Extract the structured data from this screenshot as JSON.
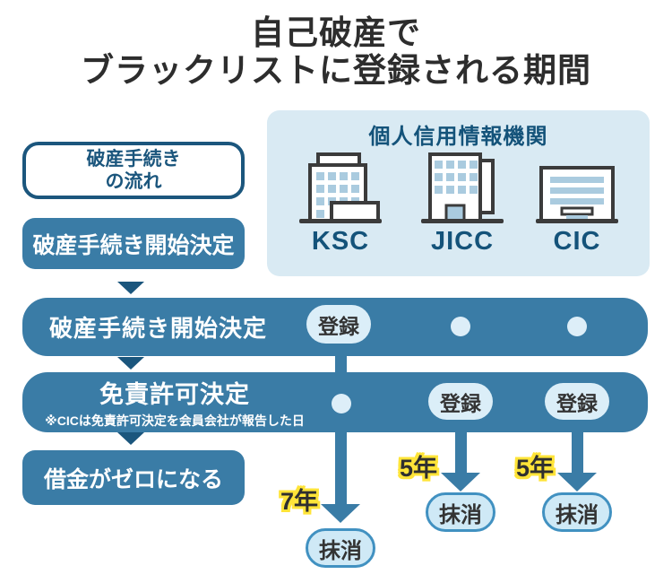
{
  "title": {
    "line1": "自己破産で",
    "line2": "ブラックリストに登録される期間"
  },
  "agency_panel": {
    "header": "個人信用情報機関",
    "agencies": [
      {
        "name": "KSC"
      },
      {
        "name": "JICC"
      },
      {
        "name": "CIC"
      }
    ]
  },
  "flow": {
    "header": {
      "line1": "破産手続き",
      "line2": "の流れ"
    },
    "step_start": "破産手続き開始決定",
    "step_final": "借金がゼロになる"
  },
  "bands": {
    "start": {
      "label": "破産手続き開始決定",
      "ksc_badge": "登録"
    },
    "discharge": {
      "label": "免責許可決定",
      "note": "※CICは免責許可決定を会員会社が報告した日",
      "jicc_badge": "登録",
      "cic_badge": "登録"
    }
  },
  "timeline": {
    "ksc": {
      "duration": "7年",
      "result": "抹消"
    },
    "jicc": {
      "duration": "5年",
      "result": "抹消"
    },
    "cic": {
      "duration": "5年",
      "result": "抹消"
    }
  },
  "colors": {
    "steel_blue": "#3a7ca6",
    "dark_navy": "#1b567d",
    "panel_blue": "#d9eaf3",
    "window_blue": "#aacbdf",
    "badge_blue": "#dbeef8",
    "erase_fill": "#cfe9f6",
    "erase_border": "#4191c1",
    "highlight_yellow": "#ffe438",
    "text_dark": "#2d2d2d"
  }
}
